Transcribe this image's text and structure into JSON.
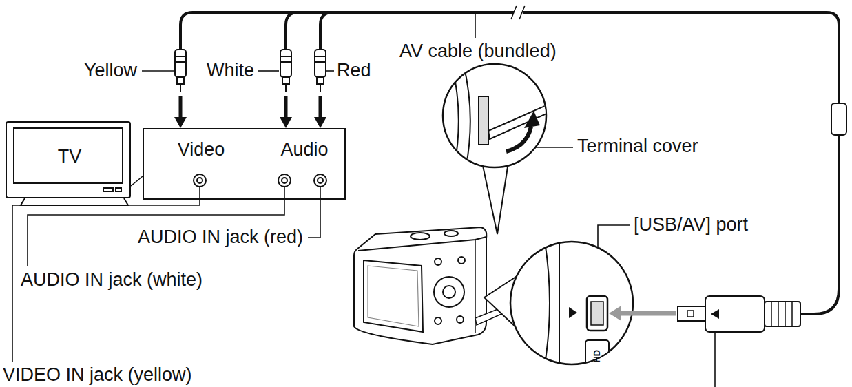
{
  "diagram": {
    "nodes": [
      {
        "text": [
          "TV"
        ]
      },
      {
        "text": [
          "Video",
          "Audio"
        ]
      }
    ],
    "edges": [
      {
        "from": 1,
        "to": 0,
        "arrow": "none"
      }
    ],
    "labels": [
      "AV cable (bundled)",
      "Yellow",
      "White",
      "Red",
      "Terminal cover",
      "[USB/AV] port",
      "AUDIO IN jack (red)",
      "AUDIO IN jack (white)",
      "HD",
      "VIDEO IN jack (yellow)"
    ]
  }
}
